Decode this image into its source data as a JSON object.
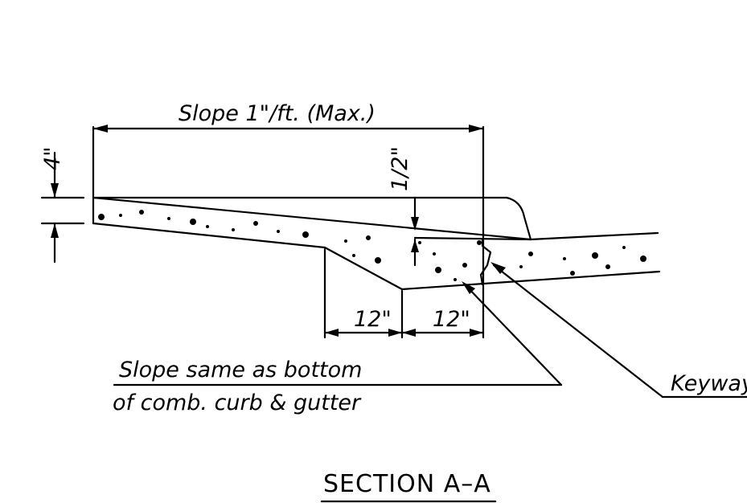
{
  "labels": {
    "slope_top": "Slope 1\"/ft. (Max.)",
    "depth_4": "4\"",
    "half_inch": "1/2\"",
    "dim_12_left": "12\"",
    "dim_12_right": "12\"",
    "note_line1": "Slope same as bottom",
    "note_line2": "of comb. curb & gutter",
    "keyway": "Keyway",
    "section_title": "SECTION A–A"
  }
}
